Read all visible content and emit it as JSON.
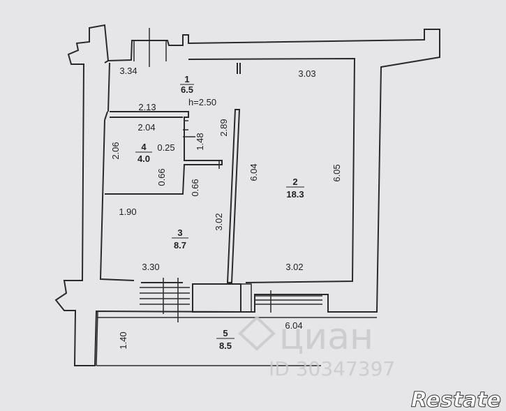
{
  "rooms": [
    {
      "number": "1",
      "area": "6.5"
    },
    {
      "number": "2",
      "area": "18.3"
    },
    {
      "number": "3",
      "area": "8.7"
    },
    {
      "number": "4",
      "area": "4.0"
    },
    {
      "number": "5",
      "area": "8.5"
    }
  ],
  "ceiling_height": "h=2.50",
  "dimensions": {
    "d334": "3.34",
    "d303": "3.03",
    "d213": "2.13",
    "d204": "2.04",
    "d148": "1.48",
    "d289": "2.89",
    "d206": "2.06",
    "d025": "0.25",
    "d066a": "0.66",
    "d066b": "0.66",
    "d604": "6.04",
    "d605": "6.05",
    "d190": "1.90",
    "d302v": "3.02",
    "d330": "3.30",
    "d302h": "3.02",
    "d140": "1.40",
    "d604b": "6.04"
  },
  "watermark": {
    "brand": "циан",
    "id": "ID 30347397"
  },
  "logo_text": "Restate"
}
